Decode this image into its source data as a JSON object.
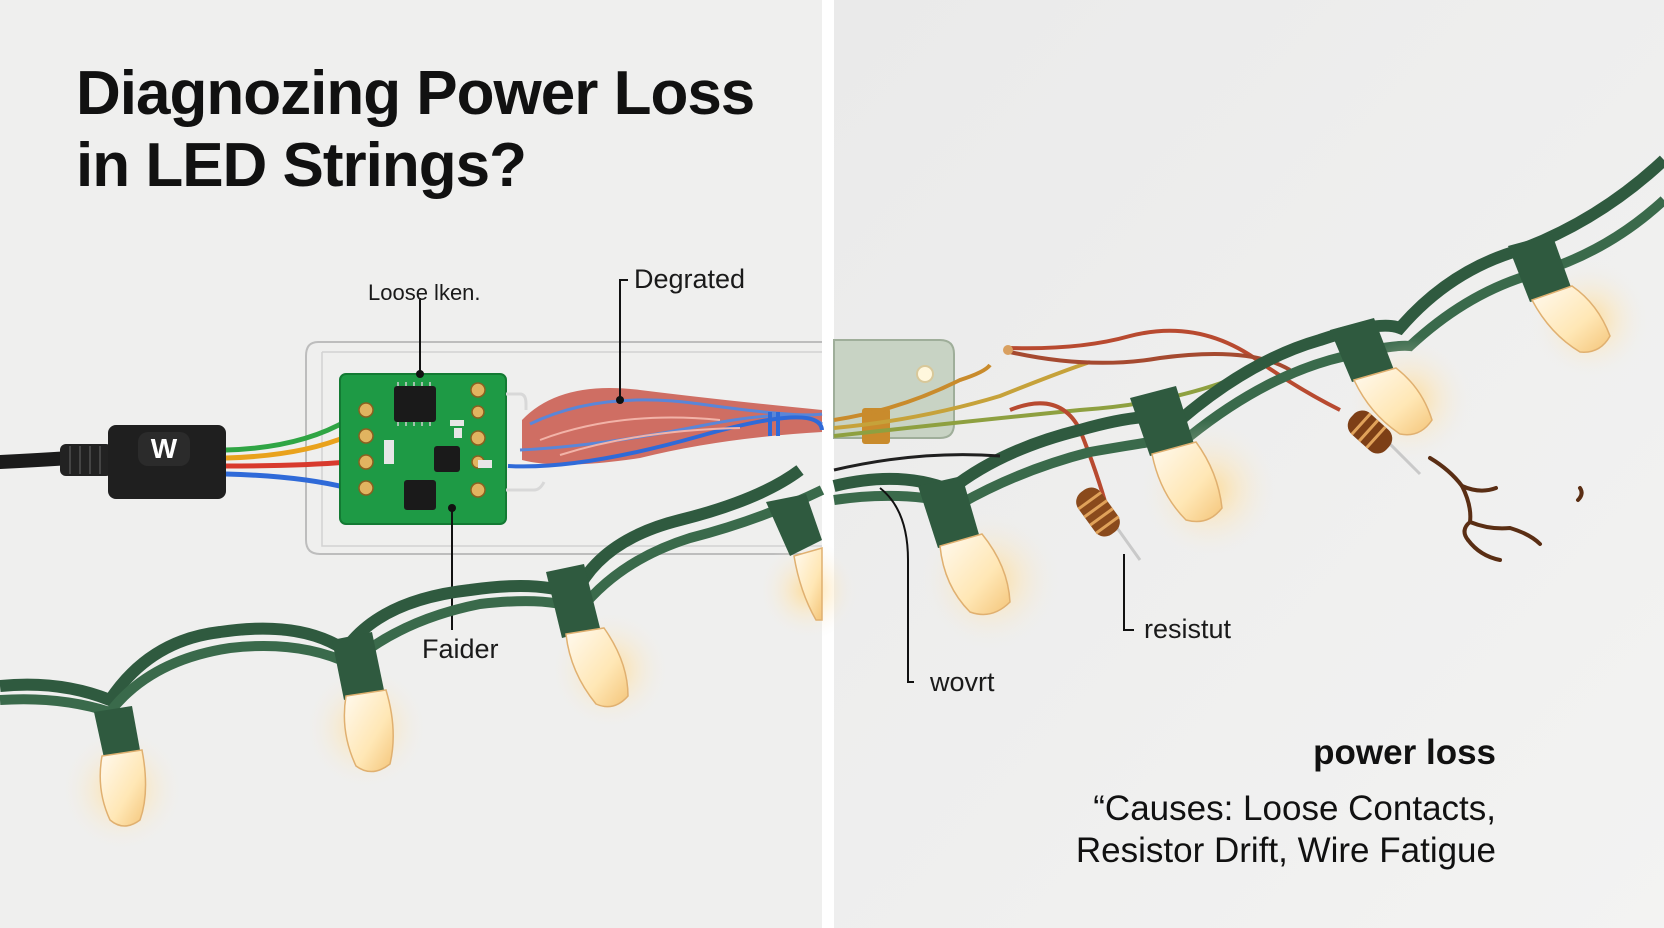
{
  "title": {
    "line1": "Diagnozing Power Loss",
    "line2": "in LED Strings?"
  },
  "left_panel": {
    "labels": {
      "loose": "Loose lken.",
      "degraded": "Degrated",
      "faider": "Faider"
    },
    "connector_letter": "W"
  },
  "right_panel": {
    "labels": {
      "resistor": "resistut",
      "wire": "wovrt"
    },
    "heading": "power loss",
    "causes_line1": "“Causes: Loose Contacts,",
    "causes_line2": "Resistor Drift, Wire Fatigue"
  },
  "colors": {
    "background": "#efefee",
    "divider": "#ffffff",
    "cable_green": "#2f5a3f",
    "pcb_green": "#1e9a45",
    "bulb_glow": "#ffd88a",
    "resistor_brown": "#8a4a1c"
  }
}
